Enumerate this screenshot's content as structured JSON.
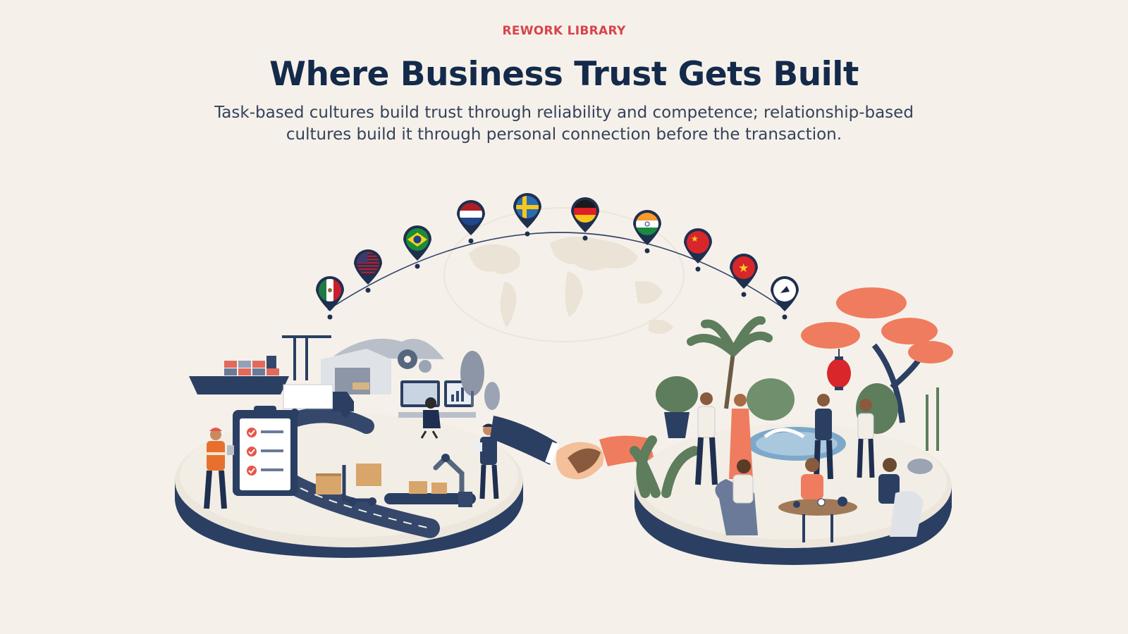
{
  "header": {
    "eyebrow": "REWORK LIBRARY",
    "title": "Where Business Trust Gets Built",
    "subtitle": "Task-based cultures build trust through reliability and competence; relationship-based cultures build it through personal connection before the transaction."
  },
  "flags": [
    {
      "id": "mexico",
      "colors": [
        "#1f7a45",
        "#ffffff",
        "#c8202f"
      ],
      "style": "v3"
    },
    {
      "id": "usa",
      "colors": [
        "#b22234",
        "#ffffff",
        "#3c3b6e"
      ],
      "style": "us"
    },
    {
      "id": "brazil",
      "colors": [
        "#1b8c3a",
        "#f6d21b",
        "#233f8f"
      ],
      "style": "br"
    },
    {
      "id": "netherlands",
      "colors": [
        "#ad1d28",
        "#ffffff",
        "#21468b"
      ],
      "style": "h3"
    },
    {
      "id": "sweden",
      "colors": [
        "#2a6cb0",
        "#f7c81b"
      ],
      "style": "nordic"
    },
    {
      "id": "germany",
      "colors": [
        "#1a1a1a",
        "#dd1f26",
        "#f5c518"
      ],
      "style": "h3"
    },
    {
      "id": "india",
      "colors": [
        "#f59a2b",
        "#ffffff",
        "#1a8a3e"
      ],
      "style": "in"
    },
    {
      "id": "china",
      "colors": [
        "#d9262b",
        "#f6d21b"
      ],
      "style": "cn"
    },
    {
      "id": "vietnam",
      "colors": [
        "#d9262b",
        "#f6d21b"
      ],
      "style": "vn"
    },
    {
      "id": "saudi",
      "colors": [
        "#ffffff",
        "#1a2a44"
      ],
      "style": "sa"
    }
  ],
  "palette": {
    "navy": "#253b63",
    "accent_red": "#d9434b",
    "coral": "#ef7c5e",
    "foliage": "#5d7d5c",
    "background": "#f5f1ea"
  }
}
